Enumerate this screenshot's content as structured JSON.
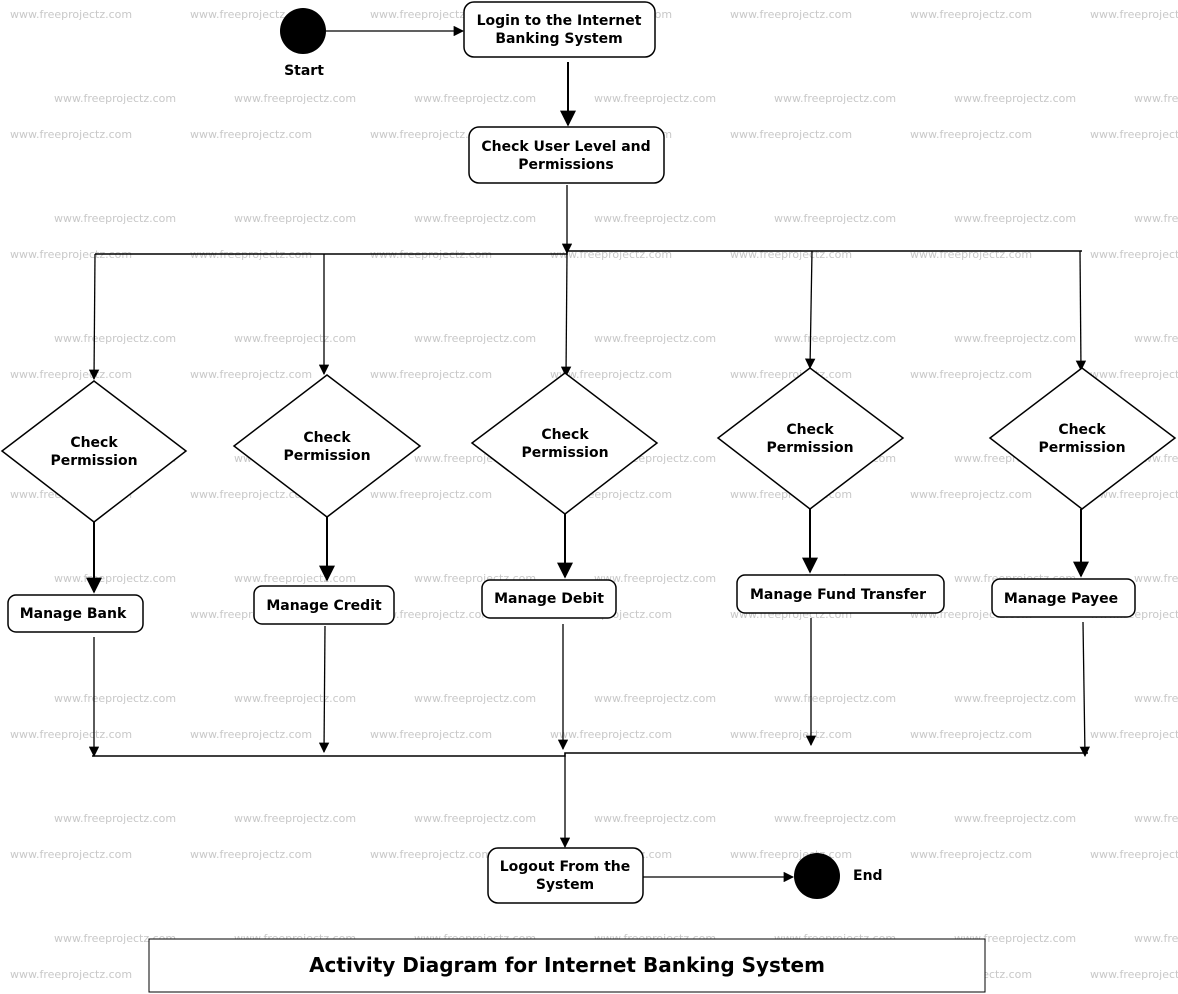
{
  "watermark": "www.freeprojectz.com",
  "nodes": {
    "start_label": "Start",
    "end_label": "End",
    "login": [
      "Login to the Internet",
      "Banking System"
    ],
    "check_user": [
      "Check User Level and",
      "Permissions"
    ],
    "decision": [
      "Check",
      "Permission"
    ],
    "manage_bank": "Manage Bank",
    "manage_credit": "Manage Credit",
    "manage_debit": "Manage Debit",
    "manage_fund_transfer": "Manage Fund Transfer",
    "manage_payee": "Manage Payee",
    "logout": [
      "Logout From the",
      "System"
    ]
  },
  "title": "Activity Diagram for Internet Banking System"
}
